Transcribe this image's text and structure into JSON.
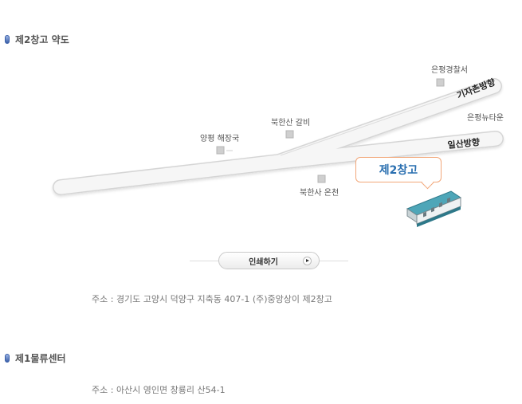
{
  "sections": {
    "warehouse2_title": "제2창고 약도",
    "center1_title": "제1물류센터"
  },
  "map": {
    "landmarks": {
      "police": "은평경찰서",
      "yangpyeong": "양평 해장국",
      "bukhansan_galbi": "북한산 갈비",
      "bukhansa_oncheon": "북한사 온천",
      "eunpyeong_newtown": "은평뉴타운"
    },
    "roads": {
      "gijachon": "기자촌방향",
      "ilsan": "일산방향"
    },
    "destination": "제2창고"
  },
  "print_button": {
    "label": "인쇄하기"
  },
  "addresses": {
    "warehouse2": "주소 : 경기도 고양시 덕양구 지축동 407-1 (주)중앙상이 제2창고",
    "center1": "주소 : 아산시 영인면 창룡리 산54-1"
  },
  "colors": {
    "road_fill": "#f5f5f5",
    "road_edge": "#d8d8d8",
    "marker": "#cfcfcf",
    "building_roof": "#4ea6b8",
    "building_wall": "#e9eef0",
    "destination_text": "#2a6fb0",
    "callout_border": "#f2a779"
  }
}
